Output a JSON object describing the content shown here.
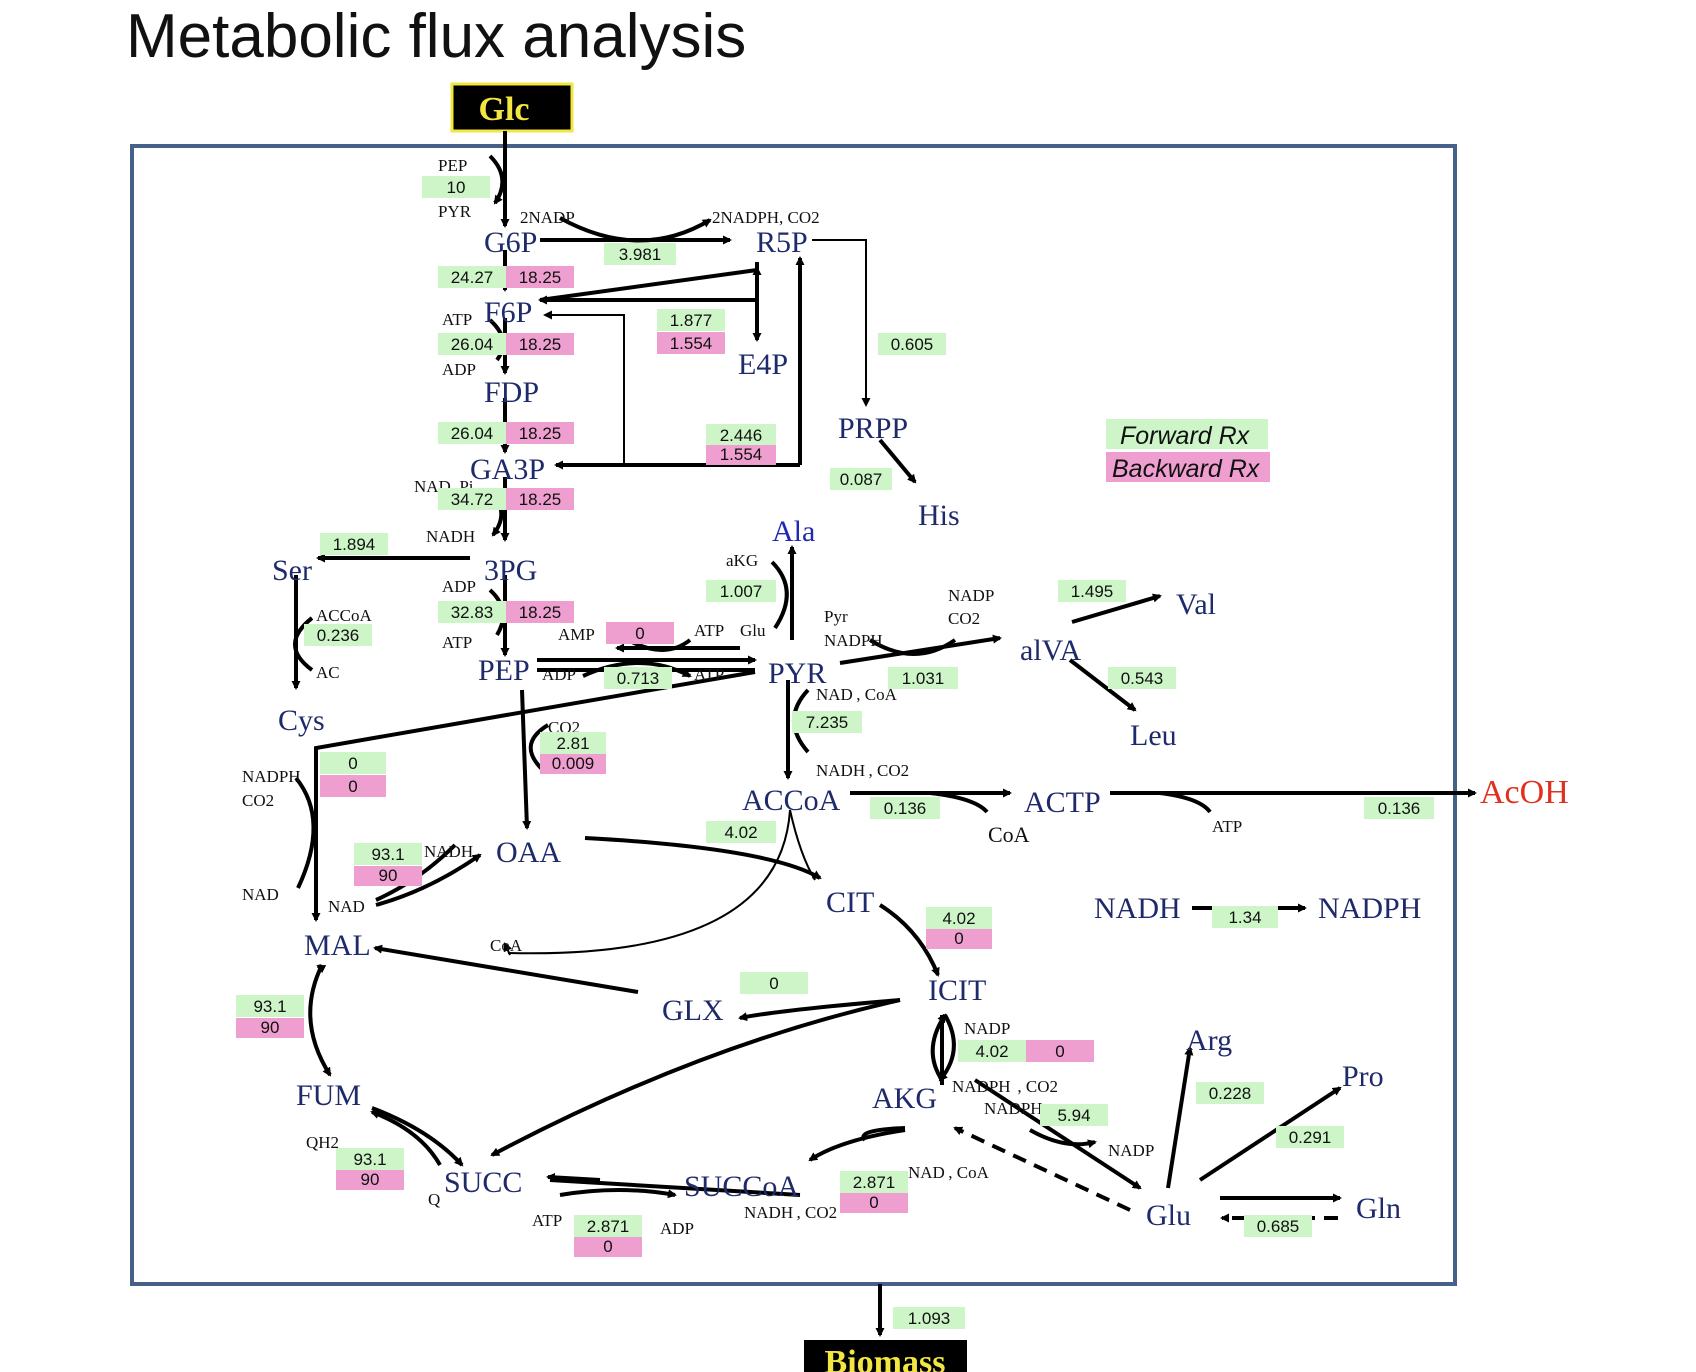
{
  "title": "Metabolic flux analysis",
  "colors": {
    "forward_fill": "#cdf5c8",
    "backward_fill": "#ee9fcf",
    "metabolite_text": "#1f2a6b",
    "amino_acid_text": "#1f2ab0",
    "product_text": "#e03020",
    "io_box_fill": "#000000",
    "io_box_text": "#f2e640",
    "io_box_border": "#f2e640",
    "cell_border": "#46608a"
  },
  "input_label": "Glc",
  "output_label": "Biomass",
  "product_label": "AcOH",
  "legend": {
    "forward": "Forward Rx",
    "backward": "Backward Rx"
  },
  "metabolites": {
    "G6P": "G6P",
    "R5P": "R5P",
    "F6P": "F6P",
    "E4P": "E4P",
    "FDP": "FDP",
    "PRPP": "PRPP",
    "GA3P": "GA3P",
    "His": "His",
    "Ala": "Ala",
    "Ser": "Ser",
    "PG3": "3PG",
    "Val": "Val",
    "alVA": "alVA",
    "PEP": "PEP",
    "PYR": "PYR",
    "Cys": "Cys",
    "Leu": "Leu",
    "ACCoA": "ACCoA",
    "ACTP": "ACTP",
    "OAA": "OAA",
    "CIT": "CIT",
    "NADH": "NADH",
    "NADPH": "NADPH",
    "MAL": "MAL",
    "ICIT": "ICIT",
    "GLX": "GLX",
    "Arg": "Arg",
    "Pro": "Pro",
    "FUM": "FUM",
    "AKG": "AKG",
    "SUCC": "SUCC",
    "SUCCoA": "SUCCoA",
    "Glu": "Glu",
    "Gln": "Gln"
  },
  "cofactors": {
    "pep_in": "PEP",
    "pyr_out": "PYR",
    "nadp2": "2NADP",
    "nadph2_co2": "2NADPH, CO2",
    "atp_f6p": "ATP",
    "adp_f6p": "ADP",
    "nad_pi": "NAD, Pi",
    "nadh_ga3p": "NADH",
    "adp_3pg": "ADP",
    "atp_3pg": "ATP",
    "accoa_ser": "ACCoA",
    "ac_ser": "AC",
    "akg_ala": "aKG",
    "glu_ala": "Glu",
    "amp": "AMP",
    "atp_pps": "ATP",
    "adp_pyk": "ADP",
    "atp_pyk": "ATP",
    "pyr_ilv": "Pyr",
    "nadph_ilv": "NADPH",
    "nadp_ilv": "NADP",
    "co2_ilv": "CO2",
    "nad_coa": "NAD , CoA",
    "nadh_co2": "NADH , CO2",
    "co2_ppc": "CO2",
    "nadph_me": "NADPH",
    "co2_me": "CO2",
    "nad_me": "NAD",
    "nadh_mdh": "NADH",
    "nad_mdh": "NAD",
    "coa_ack": "CoA",
    "atp_ack": "ATP",
    "coa_glx": "CoA",
    "nadp_icd": "NADP",
    "nadph_co2_icd": "NADPH  , CO2",
    "nadph_gdh": "NADPH",
    "nadp_gdh": "NADP",
    "qh2": "QH2",
    "q": "Q",
    "nad_coa_akgdh": "NAD , CoA",
    "nadh_co2_akgdh": "NADH , CO2",
    "atp_sucd": "ATP",
    "adp_sucd": "ADP"
  },
  "fluxes": {
    "glc_pts": {
      "f": "10"
    },
    "g6p_r5p": {
      "f": "3.981"
    },
    "g6p_f6p": {
      "f": "24.27",
      "b": "18.25"
    },
    "tkt": {
      "f": "1.877",
      "b": "1.554"
    },
    "r5p_prpp": {
      "f": "0.605"
    },
    "f6p_fdp": {
      "f": "26.04",
      "b": "18.25"
    },
    "fdp_ga3p": {
      "f": "26.04",
      "b": "18.25"
    },
    "tal": {
      "f": "2.446",
      "b": "1.554"
    },
    "prpp_his": {
      "f": "0.087"
    },
    "ga3p_3pg": {
      "f": "34.72",
      "b": "18.25"
    },
    "pg3_ser": {
      "f": "1.894"
    },
    "ser_cys": {
      "f": "0.236"
    },
    "pg3_pep": {
      "f": "32.83",
      "b": "18.25"
    },
    "pps": {
      "b": "0"
    },
    "pyk": {
      "f": "0.713"
    },
    "pyr_ala": {
      "f": "1.007"
    },
    "pyr_alva": {
      "f": "1.031"
    },
    "alva_val": {
      "f": "1.495"
    },
    "alva_leu": {
      "f": "0.543"
    },
    "pdh": {
      "f": "7.235"
    },
    "ppc": {
      "f": "2.81",
      "b": "0.009"
    },
    "me": {
      "f": "0",
      "b": "0"
    },
    "mdh": {
      "f": "93.1",
      "b": "90"
    },
    "accoa_actp": {
      "f": "0.136"
    },
    "actp_acoh": {
      "f": "0.136"
    },
    "cit": {
      "f": "4.02"
    },
    "acn": {
      "f": "4.02",
      "b": "0"
    },
    "transhydrogenase": {
      "f": "1.34"
    },
    "icl": {
      "f": "0"
    },
    "fum_mal": {
      "f": "93.1",
      "b": "90"
    },
    "icd": {
      "f": "4.02",
      "b": "0"
    },
    "gdh": {
      "f": "5.94"
    },
    "glu_arg": {
      "f": "0.228"
    },
    "glu_pro": {
      "f": "0.291"
    },
    "sdh": {
      "f": "93.1",
      "b": "90"
    },
    "akgdh": {
      "f": "2.871",
      "b": "0"
    },
    "sucd": {
      "f": "2.871",
      "b": "0"
    },
    "glu_gln": {
      "f": "0.685"
    },
    "biomass": {
      "f": "1.093"
    }
  }
}
